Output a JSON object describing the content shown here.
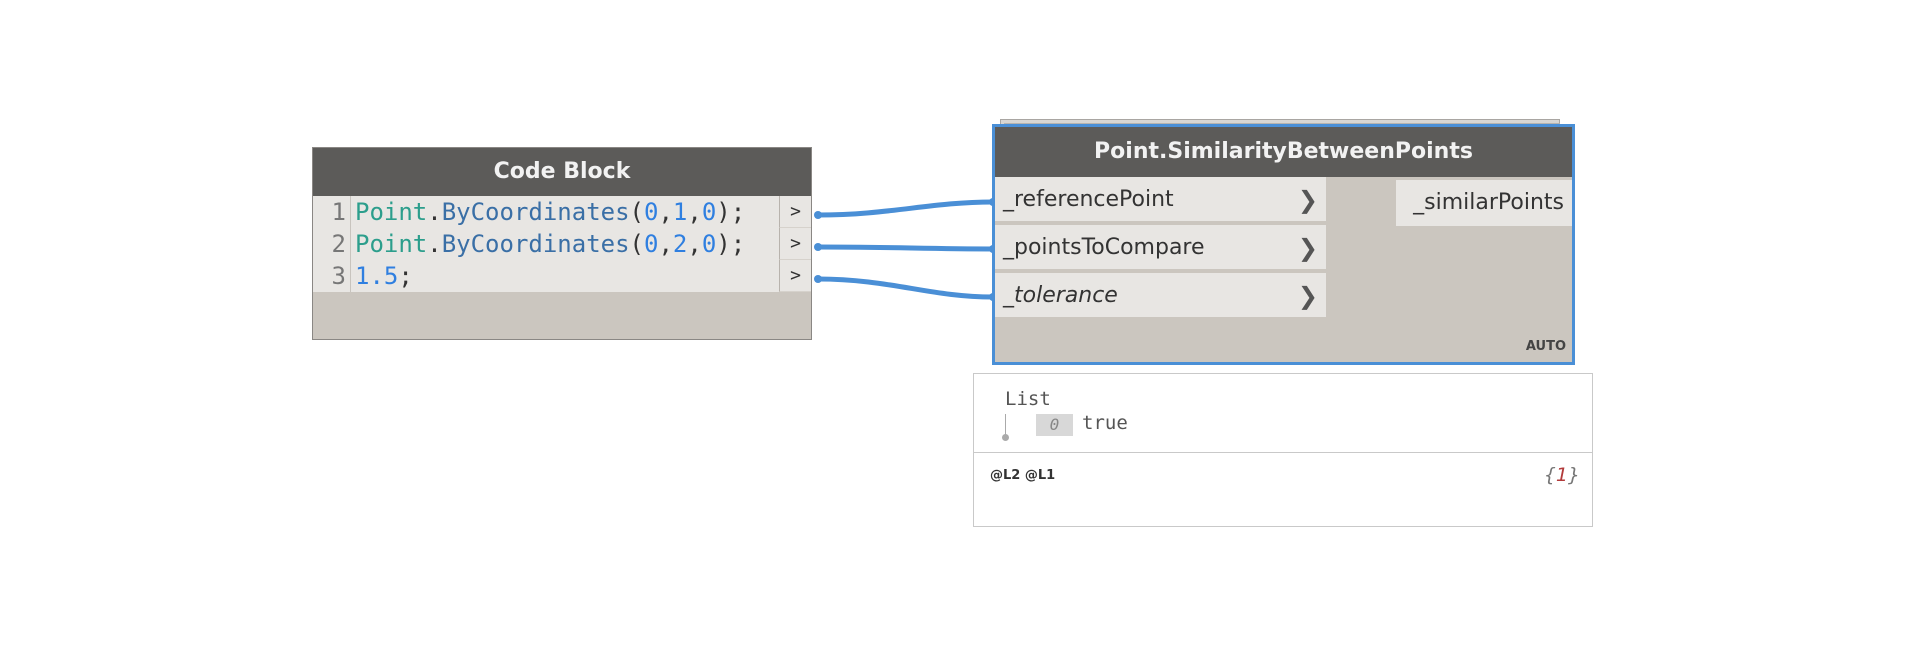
{
  "code_block": {
    "title": "Code Block",
    "lines": [
      {
        "num": "1",
        "tokens": [
          {
            "t": "Point",
            "c": "tk-cls"
          },
          {
            "t": ".",
            "c": "tk-dot"
          },
          {
            "t": "ByCoordinates",
            "c": "tk-fn"
          },
          {
            "t": "(",
            "c": "tk-punc"
          },
          {
            "t": "0",
            "c": "tk-num"
          },
          {
            "t": ",",
            "c": "tk-punc"
          },
          {
            "t": "1",
            "c": "tk-num"
          },
          {
            "t": ",",
            "c": "tk-punc"
          },
          {
            "t": "0",
            "c": "tk-num"
          },
          {
            "t": ");",
            "c": "tk-punc"
          }
        ]
      },
      {
        "num": "2",
        "tokens": [
          {
            "t": "Point",
            "c": "tk-cls"
          },
          {
            "t": ".",
            "c": "tk-dot"
          },
          {
            "t": "ByCoordinates",
            "c": "tk-fn"
          },
          {
            "t": "(",
            "c": "tk-punc"
          },
          {
            "t": "0",
            "c": "tk-num"
          },
          {
            "t": ",",
            "c": "tk-punc"
          },
          {
            "t": "2",
            "c": "tk-num"
          },
          {
            "t": ",",
            "c": "tk-punc"
          },
          {
            "t": "0",
            "c": "tk-num"
          },
          {
            "t": ");",
            "c": "tk-punc"
          }
        ]
      },
      {
        "num": "3",
        "tokens": [
          {
            "t": "1.5",
            "c": "tk-num"
          },
          {
            "t": ";",
            "c": "tk-punc"
          }
        ]
      }
    ],
    "output_port_label": ">"
  },
  "similarity_node": {
    "title": "Point.SimilarityBetweenPoints",
    "inputs": [
      "_referencePoint",
      "_pointsToCompare",
      "_tolerance"
    ],
    "output": "_similarPoints",
    "lacing": "AUTO",
    "port_chevron": "❯"
  },
  "preview": {
    "list_title": "List",
    "index": "0",
    "value": "true",
    "levels": "@L2 @L1",
    "count_open": "{",
    "count": "1",
    "count_close": "}"
  },
  "colors": {
    "wire": "#4a8fd6",
    "node_header": "#5c5b59",
    "selection": "#4a8fd6"
  }
}
